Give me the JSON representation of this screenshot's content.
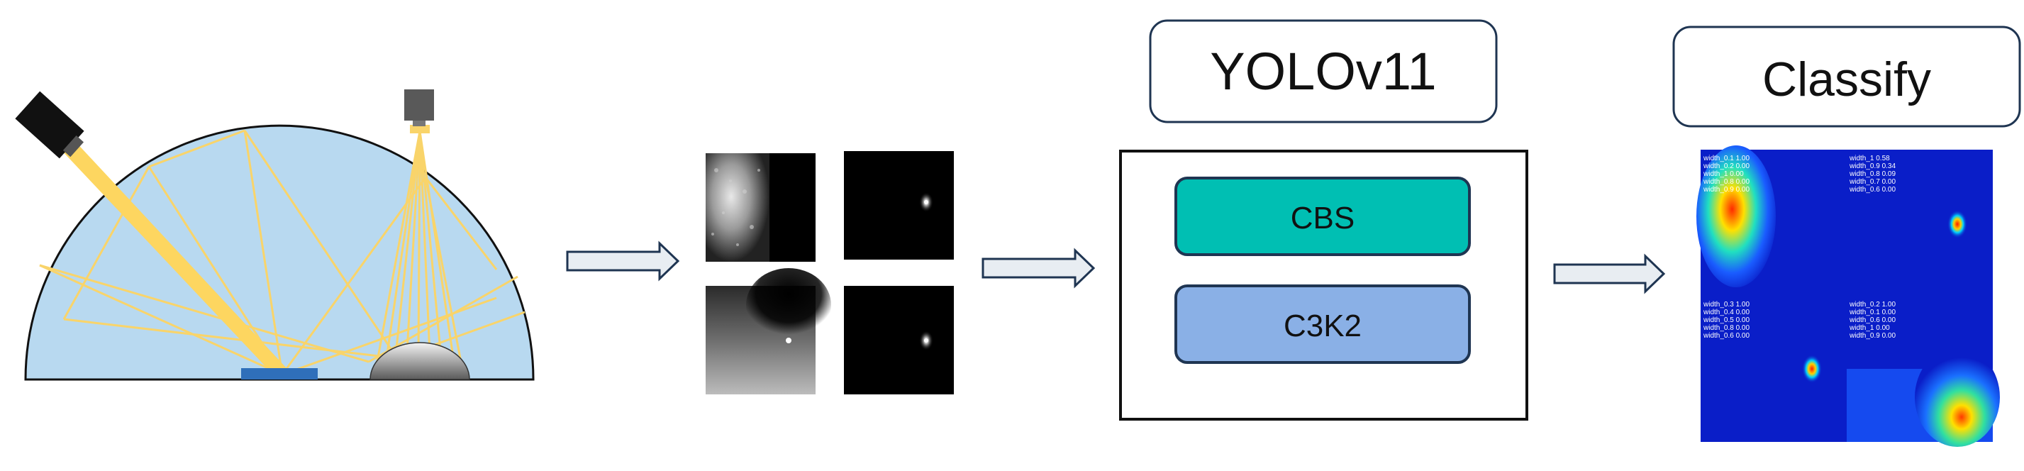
{
  "boxes": {
    "model_title": "YOLOv11",
    "module_cbs": "CBS",
    "module_c3k2": "C3K2",
    "classify_title": "Classify"
  },
  "heatmap_labels": {
    "top_left": [
      "width_0.1 1.00",
      "width_0.2 0.00",
      "width_1 0.00",
      "width_0.8 0.00",
      "width_0.9 0.00"
    ],
    "top_right": [
      "width_1 0.58",
      "width_0.9 0.34",
      "width_0.8 0.09",
      "width_0.7 0.00",
      "width_0.6 0.00"
    ],
    "bottom_left": [
      "width_0.3 1.00",
      "width_0.4 0.00",
      "width_0.5 0.00",
      "width_0.8 0.00",
      "width_0.6 0.00"
    ],
    "bottom_right": [
      "width_0.2 1.00",
      "width_0.1 0.00",
      "width_0.6 0.00",
      "width_1 0.00",
      "width_0.9 0.00"
    ]
  },
  "colors": {
    "dome_fill": "#b8d9f0",
    "beam": "#f9d46a",
    "sample": "#2f6fba",
    "cbs_fill": "#00bfb3",
    "c3k2_fill": "#8ab0e6",
    "box_stroke": "#1f3552",
    "arrow_fill": "#e8edf2"
  }
}
